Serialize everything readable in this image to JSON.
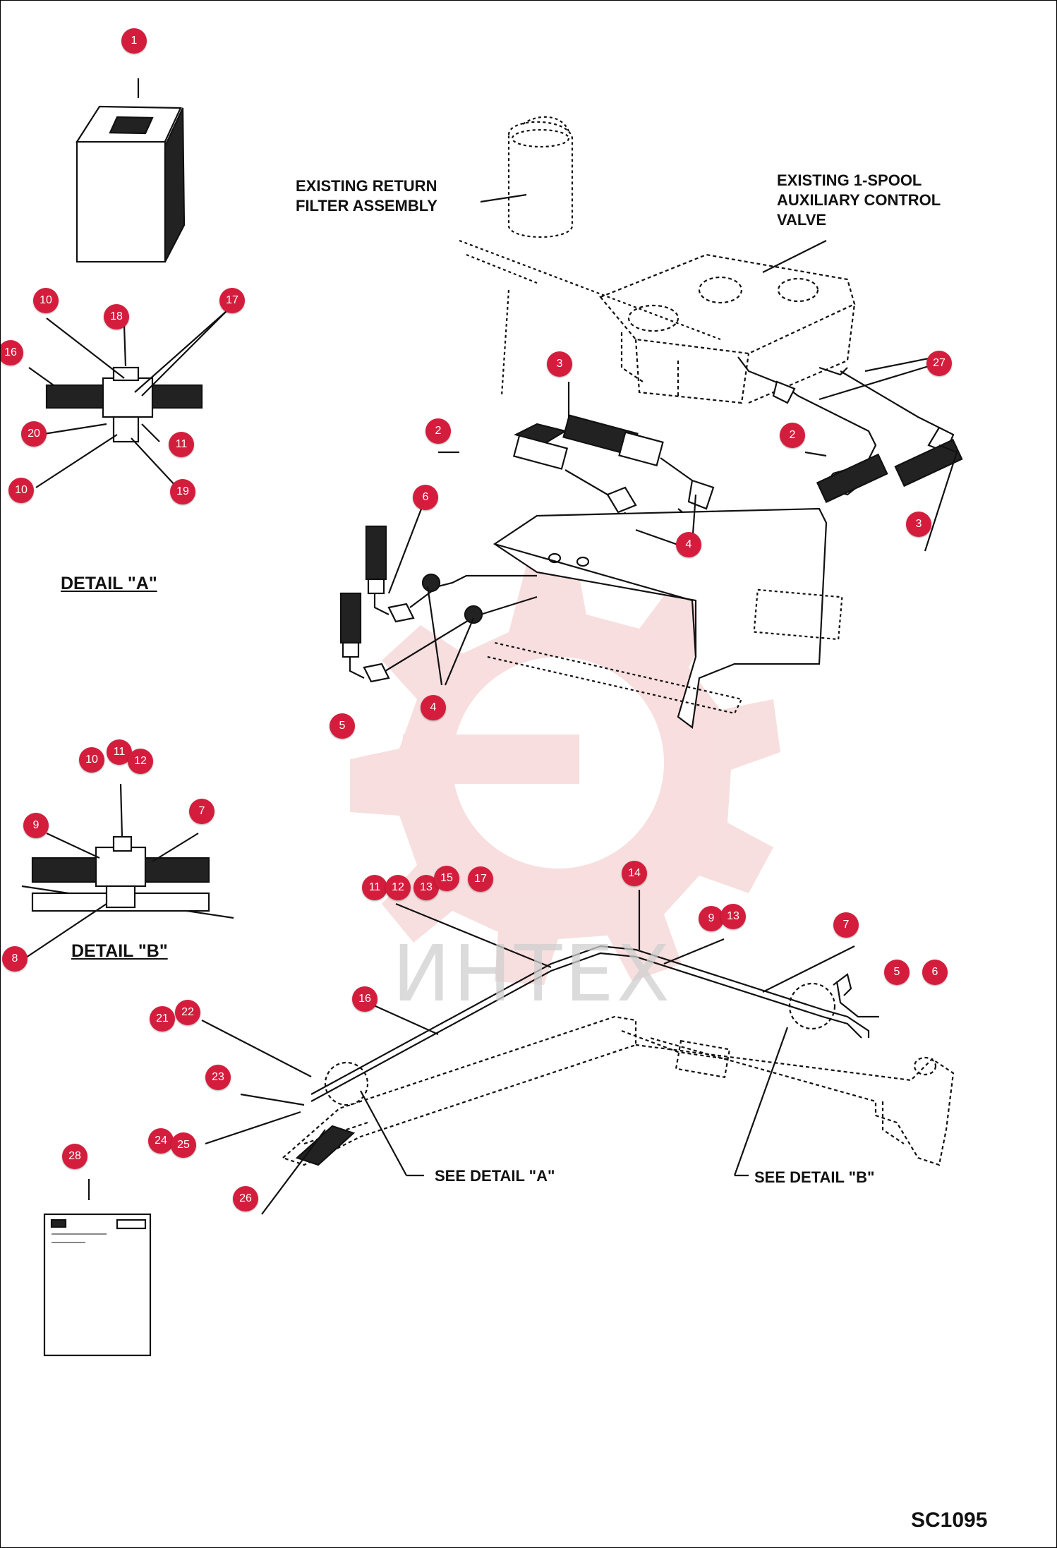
{
  "labels": {
    "existing_filter": "EXISTING RETURN\nFILTER ASSEMBLY",
    "existing_valve": "EXISTING 1-SPOOL\nAUXILIARY CONTROL\nVALVE",
    "detail_a": "DETAIL \"A\"",
    "detail_b": "DETAIL \"B\"",
    "see_detail_a": "SEE DETAIL \"A\"",
    "see_detail_b": "SEE DETAIL \"B\"",
    "drawing_code": "SC1095"
  },
  "watermark": "ИНТЕХ",
  "colors": {
    "callout": "#d41d3c",
    "watermark_gear": "#f3c4c4",
    "line": "#111111"
  },
  "callouts": {
    "c1": "1",
    "d_a": [
      "10",
      "18",
      "17",
      "16",
      "20",
      "11",
      "10",
      "19"
    ],
    "d_b": [
      "10",
      "11",
      "12",
      "9",
      "7",
      "8"
    ],
    "top": [
      "3",
      "27",
      "2",
      "2",
      "6",
      "4",
      "3",
      "4",
      "5"
    ],
    "boom": [
      "11",
      "12",
      "13",
      "15",
      "17",
      "14",
      "9",
      "13",
      "7",
      "5",
      "6",
      "16",
      "21",
      "22",
      "23",
      "24",
      "25",
      "26",
      "28"
    ]
  }
}
